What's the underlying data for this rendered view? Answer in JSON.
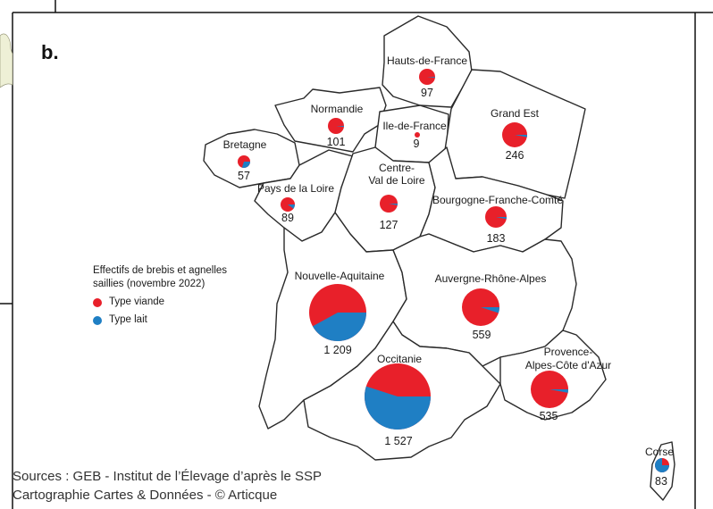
{
  "panel_label": "b.",
  "legend": {
    "title": "Effectifs de brebis et agnelles saillies (novembre 2022)",
    "items": [
      {
        "label": "Type viande",
        "color": "#e8202a"
      },
      {
        "label": "Type lait",
        "color": "#1f7fc4"
      }
    ]
  },
  "sources": [
    "Sources : GEB - Institut de l’Élevage d’après le SSP",
    "Cartographie Cartes & Données - © Articque"
  ],
  "colors": {
    "meat": "#e8202a",
    "dairy": "#1f7fc4",
    "border": "#2a2a2a"
  },
  "regions": [
    {
      "name": "Hauts-de-France",
      "value": "97",
      "dairy_share": 0.02
    },
    {
      "name": "Normandie",
      "value": "101",
      "dairy_share": 0.02
    },
    {
      "name": "Ile-de-France",
      "value": "9",
      "dairy_share": 0.0
    },
    {
      "name": "Grand Est",
      "value": "246",
      "dairy_share": 0.03
    },
    {
      "name": "Bretagne",
      "value": "57",
      "dairy_share": 0.3
    },
    {
      "name": "Pays de la Loire",
      "value": "89",
      "dairy_share": 0.1
    },
    {
      "name": "Centre-Val de Loire",
      "value": "127",
      "dairy_share": 0.03
    },
    {
      "name": "Bourgogne-Franche-Comté",
      "value": "183",
      "dairy_share": 0.03
    },
    {
      "name": "Nouvelle-Aquitaine",
      "value": "1 209",
      "dairy_share": 0.42
    },
    {
      "name": "Auvergne-Rhône-Alpes",
      "value": "559",
      "dairy_share": 0.05
    },
    {
      "name": "Occitanie",
      "value": "1 527",
      "dairy_share": 0.55
    },
    {
      "name": "Provence-Alpes-Côte d'Azur",
      "value": "535",
      "dairy_share": 0.03
    },
    {
      "name": "Corse",
      "value": "83",
      "dairy_share": 0.75
    }
  ]
}
